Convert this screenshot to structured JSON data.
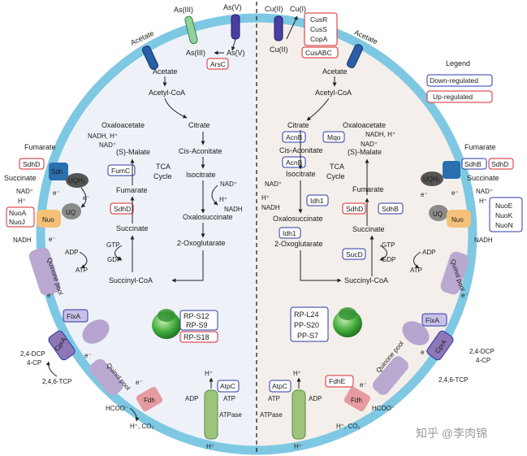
{
  "legend": {
    "title": "Legend",
    "down": "Down-regulated",
    "up": "Up-regulated"
  },
  "colors": {
    "membrane": "#7ec8e3",
    "down": "#2b3aa8",
    "up": "#d7262c",
    "left_bg": "#eef2f8",
    "right_bg": "#f4efea"
  },
  "left": {
    "transport": {
      "as3_out": "As(III)",
      "as5_out": "As(V)",
      "as3_in": "As(III)",
      "as5_in": "As(V)",
      "arsc": "ArsC",
      "acetate_chan": "Acetate"
    },
    "tca": {
      "acetate": "Acetate",
      "acetyl_coa": "Acetyl-CoA",
      "oxaloacetate": "Oxaloacetate",
      "citrate": "Citrate",
      "nadh_h": "NADH, H⁺",
      "nad": "NAD⁺",
      "malate": "(S)-Malate",
      "cis_aconitate": "Cis-Aconitate",
      "isocitrate": "Isocitrate",
      "fumarate": "Fumarate",
      "succinate": "Succinate",
      "oxalosuccinate": "Oxalosuccinate",
      "oxoglutarate": "2-Oxoglutarate",
      "succinyl_coa": "Succinyl-CoA",
      "gtp": "GTP",
      "gdp": "GDP",
      "adp": "ADP",
      "atp": "ATP",
      "cycle1": "TCA",
      "cycle2": "Cycle",
      "nad2": "NAD⁺",
      "h": "H⁺",
      "nadh": "NADH"
    },
    "enzymes": {
      "fumc": "FumC",
      "sdhd": "SdhD"
    },
    "membrane": {
      "fumarate": "Fumarate",
      "succinate": "Succinate",
      "sdh": "Sdh",
      "sdhd": "SdhD",
      "uqh2": "UQH₂",
      "uq": "UQ",
      "e1": "e⁻",
      "e2": "e⁻",
      "nad": "NAD⁺",
      "h": "H⁺",
      "nuoa": "NuoA",
      "nuoj": "NuoJ",
      "nuo": "Nuo",
      "nadh": "NADH",
      "e3": "e⁻",
      "quinone_pool": "Quinone pool",
      "e4": "e⁻",
      "fixa": "FixA",
      "e5": "e⁻",
      "cpra": "CprA",
      "dcp": "2,4-DCP",
      "cp": "4-CP",
      "tcp": "2,4,6-TCP",
      "quinol_pool": "Quinol pool",
      "e6": "e⁻",
      "fdh": "Fdh",
      "hcoo": "HCOO⁻",
      "h_co2": "H⁺, CO₂",
      "adp": "ADP",
      "atpc": "AtpC",
      "atp": "ATP",
      "atpase": "ATPase",
      "h_top": "H⁺",
      "h_bot": "H⁺"
    },
    "ribosome": {
      "s12": "RP-S12",
      "s9": "RP-S9",
      "s18": "RP-S18"
    }
  },
  "right": {
    "transport": {
      "cu2_out": "Cu(II)",
      "cu1_out": "Cu(I)",
      "cu2_in": "Cu(II)",
      "cusr": "CusR",
      "cuss": "CusS",
      "copa": "CopA",
      "cusabc": "CusABC",
      "acetate_chan": "Acetate"
    },
    "tca": {
      "acetate": "Acetate",
      "acetyl_coa": "Acetyl-CoA",
      "citrate": "Citrate",
      "oxaloacetate": "Oxaloacetate",
      "nadh_h": "NADH, H⁺",
      "nad": "NAD⁺",
      "cis_aconitate": "Cis-Aconitate",
      "malate": "(S)-Malate",
      "isocitrate": "Isocitrate",
      "cycle1": "TCA",
      "cycle2": "Cycle",
      "nad2": "NAD⁺",
      "h": "H⁺",
      "nadh": "NADH",
      "oxalosuccinate": "Oxalosuccinate",
      "oxoglutarate": "2-Oxoglutarate",
      "fumarate": "Fumarate",
      "succinate": "Succinate",
      "gtp": "GTP",
      "gdp": "GDP",
      "adp": "ADP",
      "atp": "ATP",
      "succinyl_coa": "Succinyl-CoA"
    },
    "enzymes": {
      "acnb1": "AcnB",
      "acnb2": "AcnB",
      "mqo": "Mqo",
      "idh1a": "Idh1",
      "idh1b": "Idh1",
      "sdhd": "SdhD",
      "sdhb": "SdhB",
      "sucd": "SucD"
    },
    "membrane": {
      "fumarate": "Fumarate",
      "sdhb": "SdhB",
      "sdhd": "SdhD",
      "succinate": "Succinate",
      "uqh2": "UQH₂",
      "uq": "UQ",
      "nuo": "Nuo",
      "nad": "NAD⁺",
      "h": "H⁺",
      "nuoe": "NuoE",
      "nuok": "NuoK",
      "nuon": "NuoN",
      "nadh": "NADH",
      "e1": "e⁻",
      "e2": "e⁻",
      "quinol_pool": "Quinol pool",
      "e3": "e⁻",
      "fixa": "FixA",
      "e4": "e⁻",
      "cpra": "CprA",
      "dcp": "2,4-DCP",
      "cp": "4-CP",
      "tcp": "2,4,6-TCP",
      "quinone_pool": "Quinone pool",
      "e5": "e⁻",
      "fdhe": "FdhE",
      "fdh": "Fdh",
      "hcoo": "HCOO⁻",
      "h_co2": "H⁺, CO₂",
      "atpc": "AtpC",
      "atp": "ATP",
      "adp": "ADP",
      "atpase": "ATPase",
      "h_top": "H⁺",
      "h_bot": "H⁺"
    },
    "ribosome": {
      "l24": "RP-L24",
      "s20": "PP-S20",
      "s7": "PP-S7"
    }
  },
  "watermark": "知乎 @李肉锦"
}
